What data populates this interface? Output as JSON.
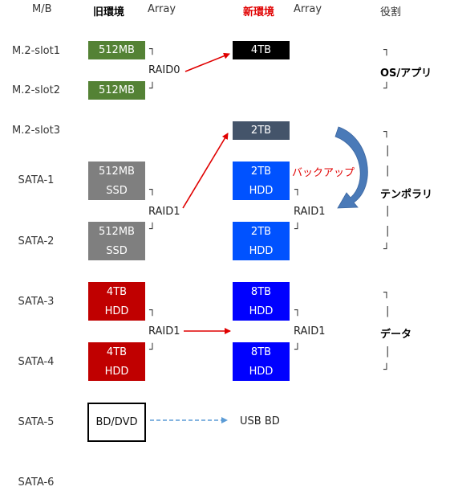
{
  "headers": {
    "mb": "M/B",
    "old_env": "旧環境",
    "old_array": "Array",
    "new_env": "新環境",
    "new_array": "Array",
    "role": "役割"
  },
  "rows": [
    {
      "label": "M.2-slot1"
    },
    {
      "label": "M.2-slot2"
    },
    {
      "label": "M.2-slot3"
    },
    {
      "label": "SATA-1"
    },
    {
      "label": "SATA-2"
    },
    {
      "label": "SATA-3"
    },
    {
      "label": "SATA-4"
    },
    {
      "label": "SATA-5"
    },
    {
      "label": "SATA-6"
    }
  ],
  "old_drives": [
    {
      "size": "512MB",
      "type": "",
      "color": "#548235"
    },
    {
      "size": "512MB",
      "type": "",
      "color": "#548235"
    },
    {
      "size": "512MB",
      "type": "SSD",
      "color": "#7f7f7f"
    },
    {
      "size": "512MB",
      "type": "SSD",
      "color": "#7f7f7f"
    },
    {
      "size": "4TB",
      "type": "HDD",
      "color": "#c00000"
    },
    {
      "size": "4TB",
      "type": "HDD",
      "color": "#c00000"
    },
    {
      "size": "BD/DVD",
      "type": "",
      "color": "#ffffff"
    }
  ],
  "new_drives": [
    {
      "size": "4TB",
      "type": "",
      "color": "#000000"
    },
    {
      "size": "2TB",
      "type": "",
      "color": "#44546a"
    },
    {
      "size": "2TB",
      "type": "HDD",
      "color": "#0052ff"
    },
    {
      "size": "2TB",
      "type": "HDD",
      "color": "#0052ff"
    },
    {
      "size": "8TB",
      "type": "HDD",
      "color": "#0000ff"
    },
    {
      "size": "8TB",
      "type": "HDD",
      "color": "#0000ff"
    }
  ],
  "old_arrays": [
    "RAID0",
    "RAID1",
    "RAID1"
  ],
  "new_arrays": [
    "RAID1",
    "RAID1"
  ],
  "usb_bd": "USB BD",
  "backup_note": "バックアップ",
  "roles": [
    "OS/アプリ",
    "テンポラリ",
    "データ"
  ],
  "bracket_glyphs": {
    "top": "┐",
    "mid": "|",
    "bottom": "┘"
  },
  "arrow_colors": {
    "migration": "#e00000",
    "dashed": "#5b9bd5",
    "backup": "#4a7ab8"
  }
}
